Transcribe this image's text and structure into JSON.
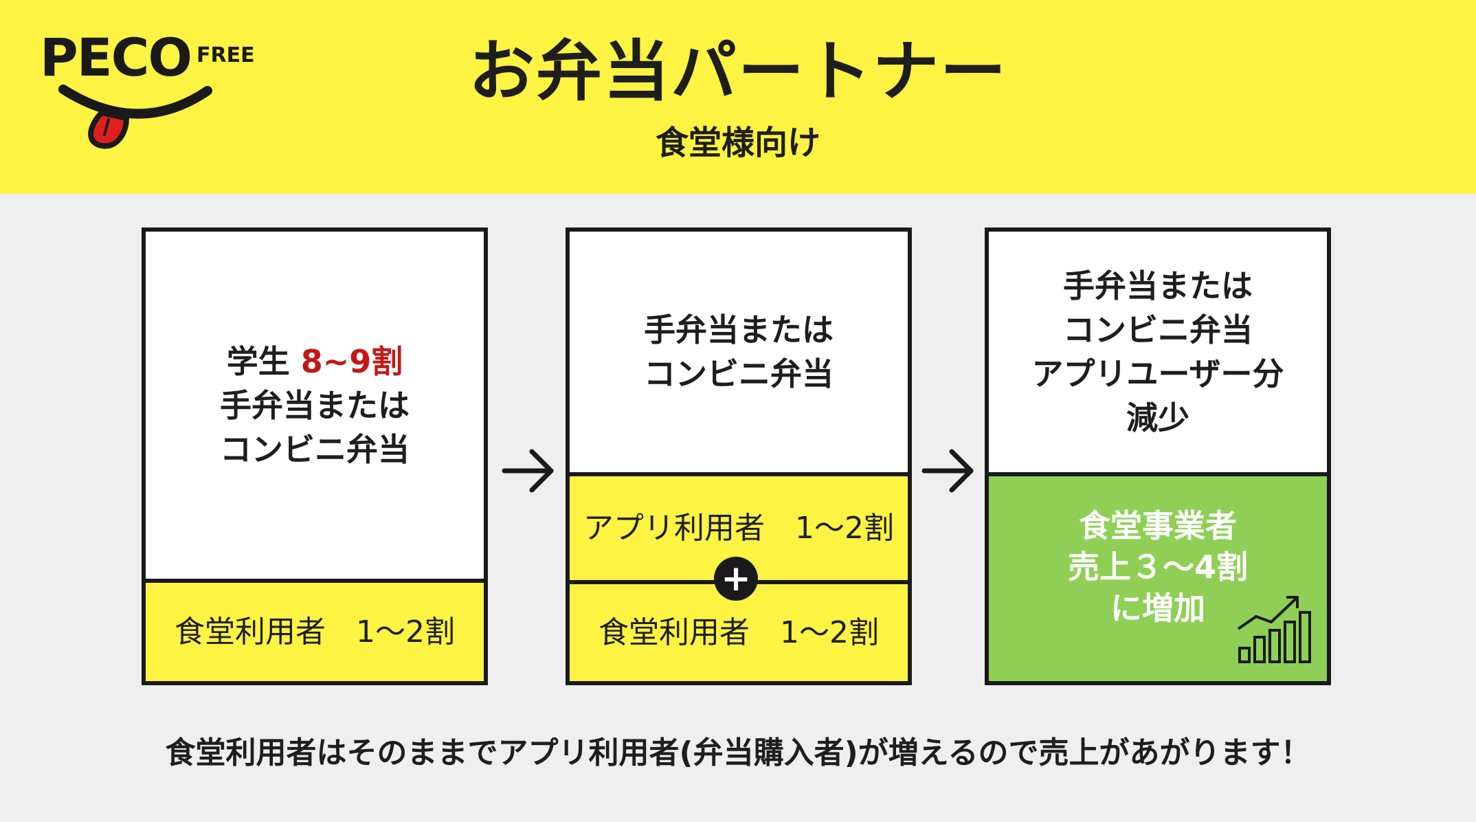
{
  "header": {
    "logo_main": "PECO",
    "logo_sub": "FREE",
    "title": "お弁当パートナー",
    "subtitle": "食堂様向け"
  },
  "colors": {
    "header_yellow": "#fdf342",
    "band_yellow": "#fdf342",
    "band_green": "#8fcf55",
    "background": "#efefef",
    "accent_red": "#c41818",
    "logo_tongue": "#e02020"
  },
  "icons": [
    "right-arrow-icon",
    "plus-icon",
    "growth-chart-icon"
  ],
  "cards": [
    {
      "lines": [
        {
          "prefix": "学生 ",
          "highlight": "8~9割"
        },
        {
          "text": "手弁当または"
        },
        {
          "text": "コンビニ弁当"
        }
      ],
      "band": "食堂利用者　1～2割"
    },
    {
      "lines": [
        {
          "text": "手弁当または"
        },
        {
          "text": "コンビニ弁当"
        }
      ],
      "band_top": "アプリ利用者　1～2割",
      "band_bottom": "食堂利用者　1～2割"
    },
    {
      "lines": [
        {
          "text": "手弁当または"
        },
        {
          "text": "コンビニ弁当"
        },
        {
          "text": "アプリユーザー分"
        },
        {
          "text": "減少"
        }
      ],
      "band_lines": [
        "食堂事業者",
        "売上３～4割",
        "に増加"
      ]
    }
  ],
  "footer": "食堂利用者はそのままでアプリ利用者(弁当購入者)が増えるので売上があがります！"
}
